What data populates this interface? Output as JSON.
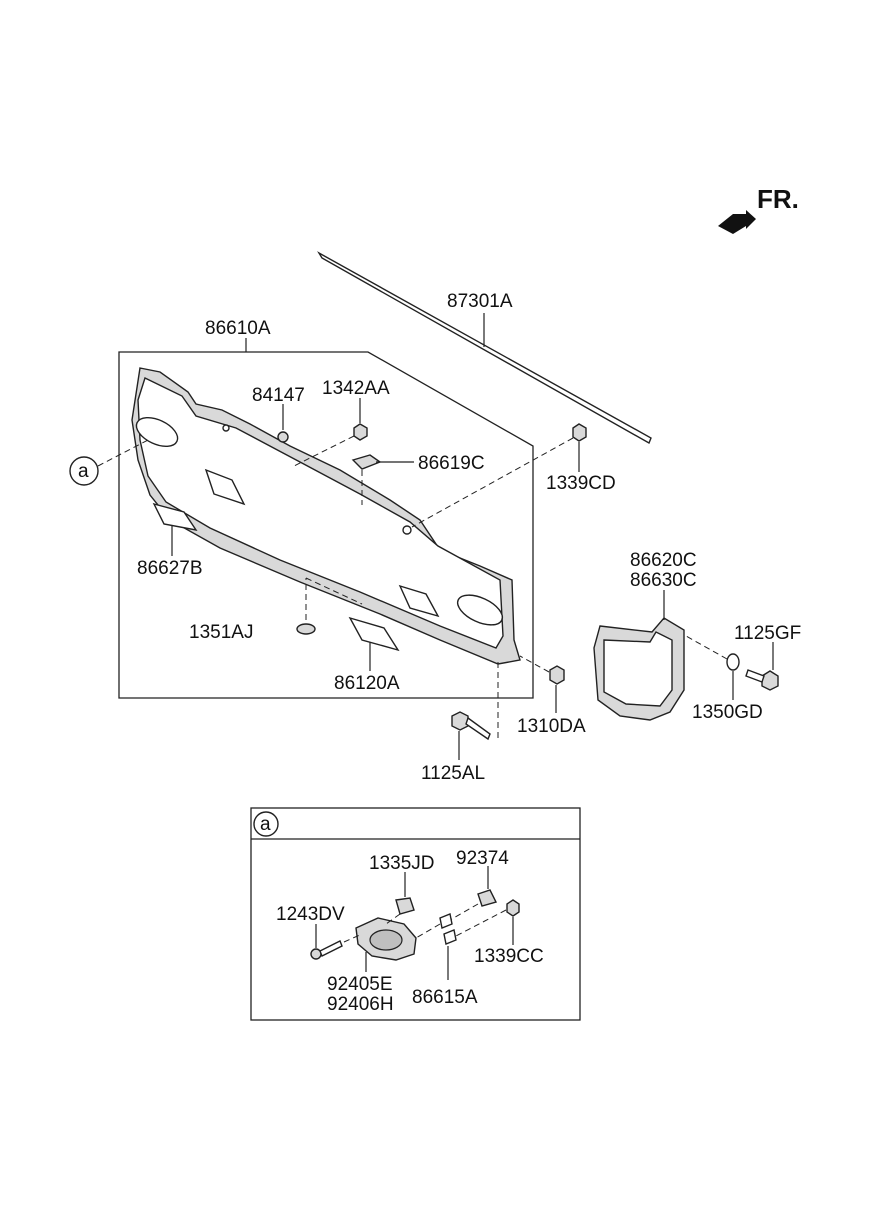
{
  "direction": {
    "label": "FR.",
    "icon": "front-direction-arrow-icon"
  },
  "callout": {
    "letter": "a"
  },
  "parts": {
    "p87301A": "87301A",
    "p86610A": "86610A",
    "p84147": "84147",
    "p1342AA": "1342AA",
    "p86619C": "86619C",
    "p1339CD": "1339CD",
    "p86627B": "86627B",
    "p1351AJ": "1351AJ",
    "p86120A": "86120A",
    "p86620C": "86620C",
    "p86630C": "86630C",
    "p1125GF": "1125GF",
    "p1350GD": "1350GD",
    "p1310DA": "1310DA",
    "p1125AL": "1125AL"
  },
  "detail": {
    "p1335JD": "1335JD",
    "p92374": "92374",
    "p1243DV": "1243DV",
    "p1339CC": "1339CC",
    "p92405E": "92405E",
    "p92406H": "92406H",
    "p86615A": "86615A"
  },
  "colors": {
    "line": "#222222",
    "part_shade": "#d9d9d9",
    "lamp_lens": "#bfbfbf"
  }
}
